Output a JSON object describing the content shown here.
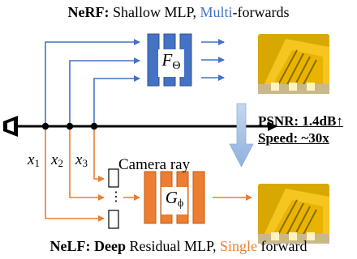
{
  "nerf_title": {
    "bold": "NeRF:",
    "plain": " Shallow MLP, ",
    "accent": "Multi",
    "tail": "-forwards"
  },
  "nelf_title": {
    "bold1": "NeLF:",
    "bold2": "Deep",
    "plain": " Residual MLP, ",
    "accent": "Single",
    "tail": " forward"
  },
  "nerf_mlp": {
    "symbol": "F",
    "subscript": "Θ"
  },
  "nelf_mlp": {
    "symbol": "G",
    "subscript": "ϕ"
  },
  "ray_points": [
    {
      "symbol": "x",
      "subscript": "1"
    },
    {
      "symbol": "x",
      "subscript": "2"
    },
    {
      "symbol": "x",
      "subscript": "3"
    }
  ],
  "camera_ray_label": "Camera ray",
  "metrics": {
    "psnr": "PSNR: 1.4dB↑",
    "speed": "Speed: ~30x"
  },
  "input_dots": "⋮",
  "colors": {
    "nerf": "#4472c4",
    "nelf": "#ed7d31",
    "transition_arrow": "#a9c4eb",
    "render_yellow": "#e8b400"
  }
}
